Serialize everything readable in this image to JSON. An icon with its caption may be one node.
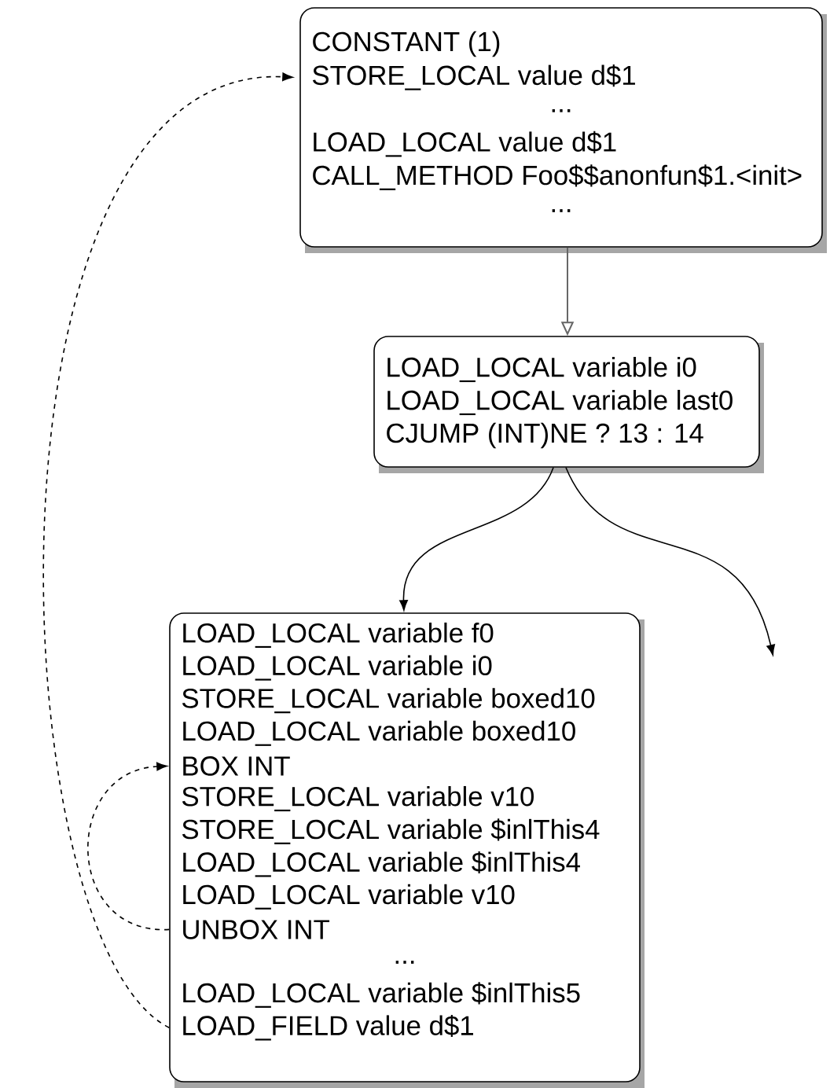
{
  "diagram": {
    "nodes": [
      {
        "text": [
          "CONSTANT (1)",
          "STORE_LOCAL value d$1",
          "...",
          "LOAD_LOCAL value d$1",
          "CALL_METHOD Foo$$anonfun$1.<init>",
          "..."
        ]
      },
      {
        "text": [
          "LOAD_LOCAL variable i0",
          "LOAD_LOCAL variable last0",
          "CJUMP (INT)NE ? 13 : 14"
        ]
      },
      {
        "text": [
          "LOAD_LOCAL variable f0",
          "LOAD_LOCAL variable i0",
          "STORE_LOCAL variable boxed10",
          "LOAD_LOCAL variable boxed10",
          "BOX INT",
          "STORE_LOCAL variable v10",
          "STORE_LOCAL variable $inlThis4",
          "LOAD_LOCAL variable $inlThis4",
          "LOAD_LOCAL variable v10",
          "UNBOX INT",
          "...",
          "LOAD_LOCAL variable $inlThis5",
          "LOAD_FIELD value d$1"
        ]
      }
    ],
    "edges": [
      {
        "from": 0,
        "to": 1,
        "arrow": "to",
        "color": "#666666"
      },
      {
        "from": 1,
        "to": 2,
        "arrow": "to"
      },
      {
        "from": 1,
        "to": null,
        "arrow": "to"
      },
      {
        "from": 2,
        "to": 2,
        "arrow": "to",
        "style": "dashed"
      },
      {
        "from": 2,
        "to": 0,
        "arrow": "to",
        "style": "dashed"
      }
    ]
  }
}
